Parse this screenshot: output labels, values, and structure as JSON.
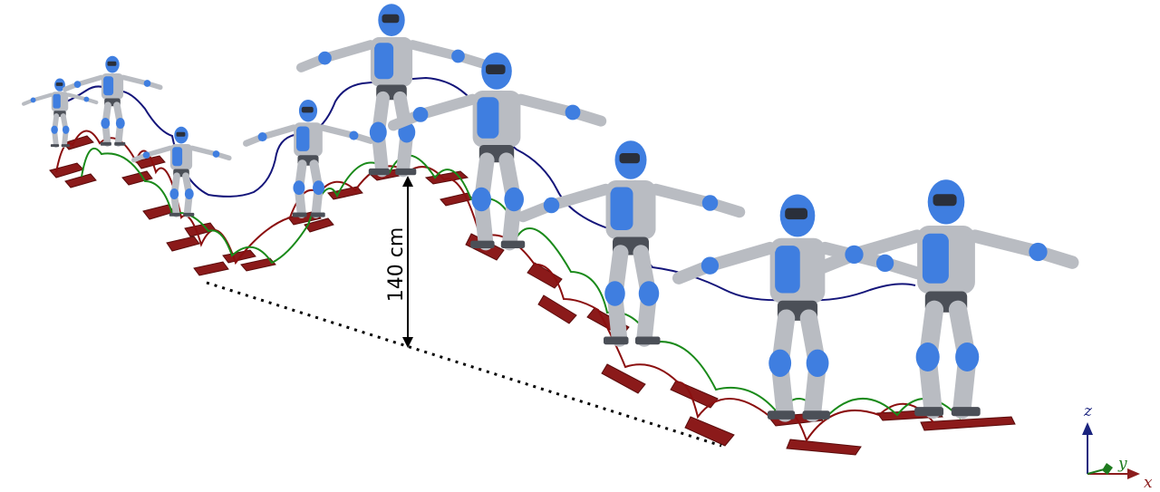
{
  "annotation": {
    "height_label": "140 cm"
  },
  "axes": {
    "x_label": "x",
    "y_label": "y",
    "z_label": "z",
    "x_color": "#8b1c1c",
    "y_color": "#1e7a1e",
    "z_color": "#1a237e"
  },
  "colors": {
    "robot_blue": "#3f7ee0",
    "robot_gray": "#b9bcc2",
    "robot_dark": "#4b4f57",
    "stepping_stone": "#8b1a1a",
    "com_trajectory": "#14157a",
    "right_foot_trajectory": "#8b0f0f",
    "left_foot_trajectory": "#1a8a1a"
  }
}
